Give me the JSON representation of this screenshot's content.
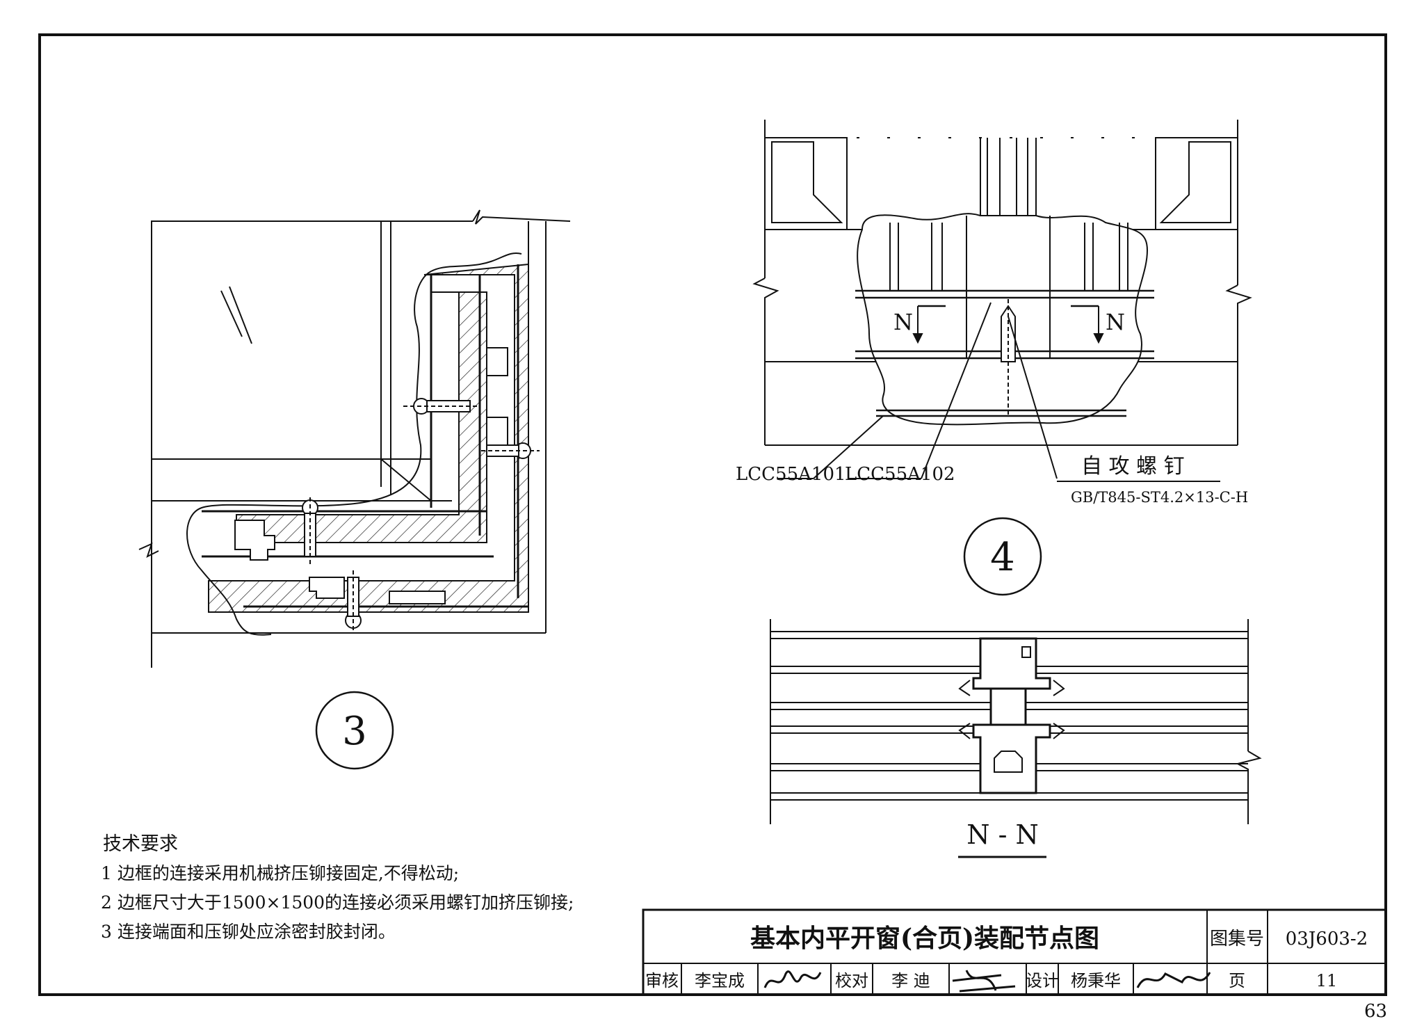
{
  "details": {
    "detail3": {
      "number": "3"
    },
    "detail4": {
      "number": "4",
      "section_mark_left": "N",
      "section_mark_right": "N",
      "part_label_1": "LCC55A101",
      "part_label_2": "LCC55A102",
      "screw_label": "自 攻 螺 钉",
      "screw_spec": "GB/T845-ST4.2×13-C-H"
    },
    "section": {
      "label": "N - N"
    }
  },
  "notes": {
    "title": "技术要求",
    "items": [
      "1 边框的连接采用机械挤压铆接固定,不得松动;",
      "2 边框尺寸大于1500×1500的连接必须采用螺钉加挤压铆接;",
      "3 连接端面和压铆处应涂密封胶封闭。"
    ]
  },
  "title_block": {
    "title": "基本内平开窗(合页)装配节点图",
    "atlas_label": "图集号",
    "atlas_number": "03J603-2",
    "review_label": "审核",
    "reviewer": "李宝成",
    "check_label": "校对",
    "checker": "李 迪",
    "design_label": "设计",
    "designer": "杨秉华",
    "page_label": "页",
    "page_number": "11"
  },
  "sheet_number": "63"
}
